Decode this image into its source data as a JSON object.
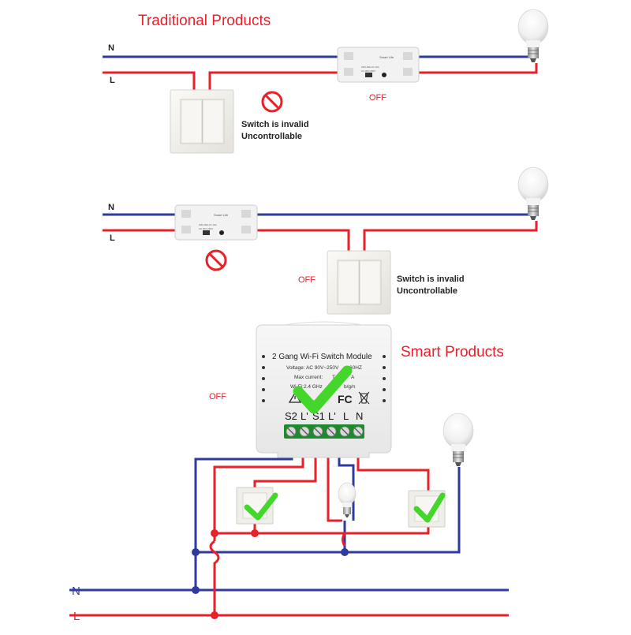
{
  "colors": {
    "neutral_wire": "#2e3a9c",
    "live_wire": "#e8202a",
    "accent_red": "#e8202a",
    "check_green": "#45d62b",
    "terminal_green": "#1e8a2e",
    "module_body": "#f4f4f4"
  },
  "headings": {
    "traditional": "Traditional Products",
    "smart": "Smart Products"
  },
  "wire_labels": {
    "n": "N",
    "l": "L"
  },
  "relay": {
    "brand": "Smart Life",
    "spec_line1": "WiFi-RELAY-10A",
    "spec_line2": "AC 90V-250V"
  },
  "states": {
    "off": "OFF"
  },
  "invalid_note": {
    "line1": "Switch is invalid",
    "line2": "Uncontrollable"
  },
  "module": {
    "title": "2 Gang Wi-Fi Switch Module",
    "voltage": "Voltage: AC 90V~250V",
    "frequency": "60HZ",
    "current": "Max current:",
    "current_value": "T",
    "current_unit": "A",
    "wifi": "Wi-Fi:2.4 GHz",
    "wifi_std": "b/g/n",
    "rohs": "RoHS",
    "fc": "FC",
    "terminals": [
      "S2",
      "L'",
      "S1",
      "L'",
      "L",
      "N"
    ]
  },
  "icons": {
    "no_entry": "no-entry-icon",
    "check": "check-icon",
    "bulb": "light-bulb-icon",
    "wall_switch": "wall-switch-icon"
  }
}
